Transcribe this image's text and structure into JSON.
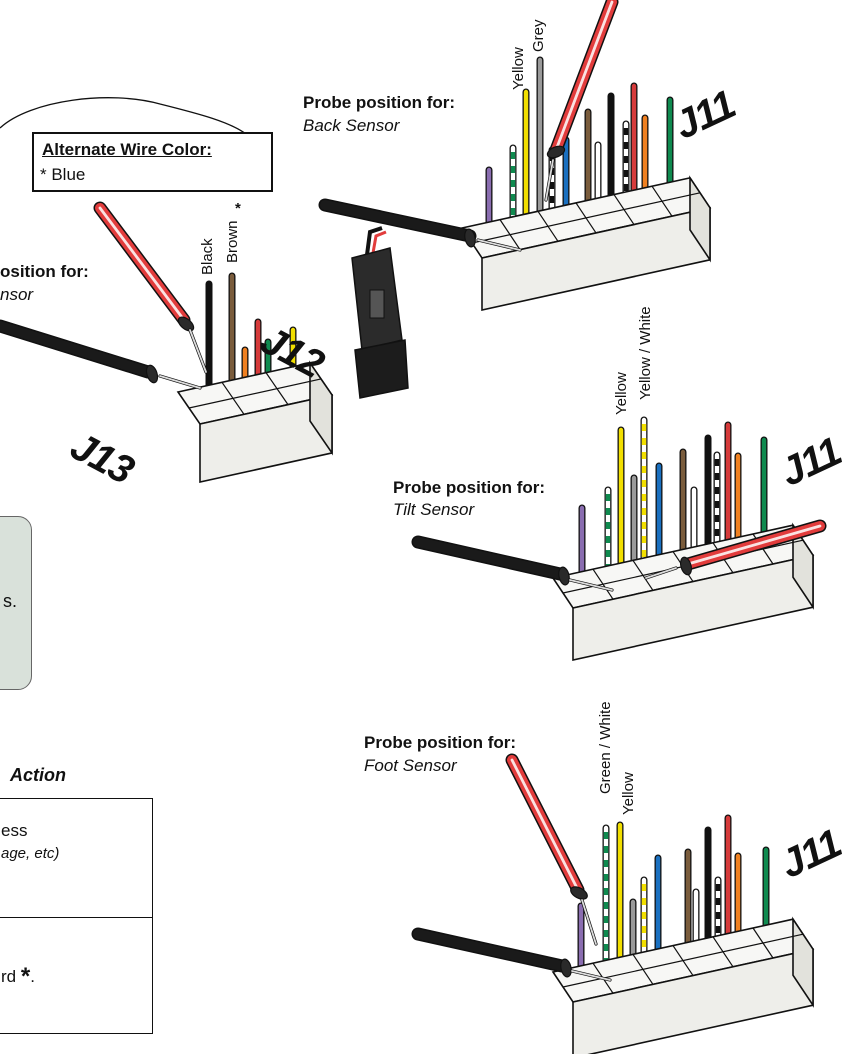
{
  "colors": {
    "purple": "#8a6db0",
    "green": "#0f8a4f",
    "yellow": "#f2df00",
    "grey": "#9a9a9a",
    "blue": "#1a70c0",
    "brown": "#7a5c3c",
    "white": "#ffffff",
    "black": "#111111",
    "red": "#d63a3a",
    "orange": "#f08020",
    "probe_red": "#e23c3c",
    "probe_black": "#1a1a1a",
    "note_bg": "#d9e1da"
  },
  "alternate_box": {
    "title": "Alternate Wire Color:",
    "value": "* Blue"
  },
  "connectors": {
    "j11": "J11",
    "j12": "J12",
    "j13": "J13"
  },
  "probe_back": {
    "label": "Probe position for:",
    "sensor": "Back Sensor",
    "wire_labels": [
      "Yellow",
      "Grey"
    ]
  },
  "probe_left": {
    "label": "osition for:",
    "sensor": "nsor",
    "wire_labels": [
      "Black",
      "Brown",
      "*"
    ]
  },
  "probe_tilt": {
    "label": "Probe position for:",
    "sensor": "Tilt Sensor",
    "wire_labels": [
      "Yellow",
      "Yellow / White"
    ]
  },
  "probe_foot": {
    "label": "Probe position for:",
    "sensor": "Foot Sensor",
    "wire_labels": [
      "Green / White",
      "Yellow"
    ]
  },
  "note_box": {
    "text": "s."
  },
  "action_table": {
    "header": "Action",
    "row1": {
      "line1": "ess",
      "line2": "age,  etc)"
    },
    "row2": {
      "prefix": "rd",
      "asterisk": "*",
      "suffix": "."
    }
  }
}
